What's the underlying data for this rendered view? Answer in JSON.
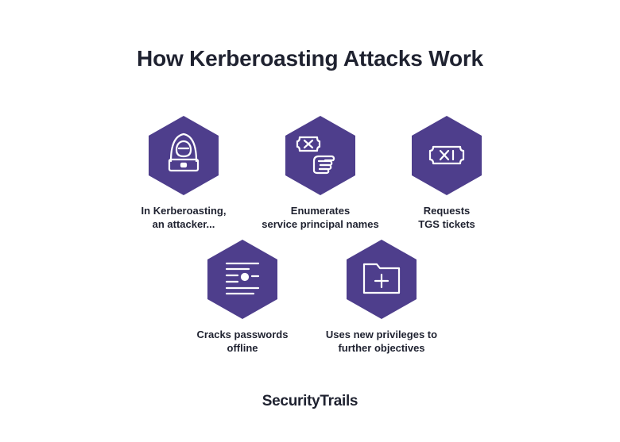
{
  "title": "How Kerberoasting Attacks Work",
  "accent_color": "#4e3e8c",
  "steps": [
    {
      "icon": "hacker-laptop-icon",
      "line1": "In Kerberoasting,",
      "line2": "an attacker..."
    },
    {
      "icon": "hand-ticket-icon",
      "line1": "Enumerates",
      "line2": "service principal names"
    },
    {
      "icon": "ticket-icon",
      "line1": "Requests",
      "line2": "TGS tickets"
    },
    {
      "icon": "document-lines-icon",
      "line1": "Cracks passwords",
      "line2": "offline"
    },
    {
      "icon": "folder-plus-icon",
      "line1": "Uses new privileges to",
      "line2": "further objectives"
    }
  ],
  "brand": "SecurityTrails"
}
